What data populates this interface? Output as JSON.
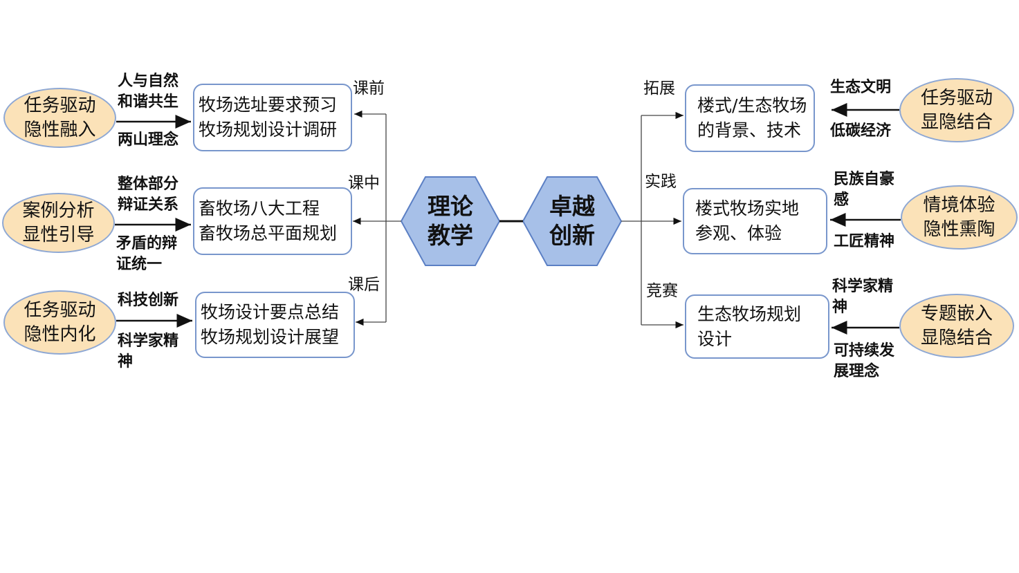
{
  "center": {
    "left": [
      "理论",
      "教学"
    ],
    "right": [
      "卓越",
      "创新"
    ]
  },
  "left_rows": [
    {
      "method": [
        "任务驱动",
        "隐性融入"
      ],
      "stage": "课前",
      "content": [
        "牧场选址要求预习",
        "牧场规划设计调研"
      ],
      "above": [
        "人与自然",
        "和谐共生"
      ],
      "below": [
        "两山理念"
      ]
    },
    {
      "method": [
        "案例分析",
        "显性引导"
      ],
      "stage": "课中",
      "content": [
        "畜牧场八大工程",
        "畜牧场总平面规划"
      ],
      "above": [
        "整体部分",
        "辩证关系"
      ],
      "below": [
        "矛盾的辩",
        "证统一"
      ]
    },
    {
      "method": [
        "任务驱动",
        "隐性内化"
      ],
      "stage": "课后",
      "content": [
        "牧场设计要点总结",
        "牧场规划设计展望"
      ],
      "above": [
        "科技创新"
      ],
      "below": [
        "科学家精",
        "神"
      ]
    }
  ],
  "right_rows": [
    {
      "method": [
        "任务驱动",
        "显隐结合"
      ],
      "stage": "拓展",
      "content": [
        "楼式/生态牧场",
        "的背景、技术"
      ],
      "above": [
        "生态文明"
      ],
      "below": [
        "低碳经济"
      ]
    },
    {
      "method": [
        "情境体验",
        "隐性熏陶"
      ],
      "stage": "实践",
      "content": [
        "楼式牧场实地",
        "参观、体验"
      ],
      "above": [
        "民族自豪",
        "感"
      ],
      "below": [
        "工匠精神"
      ]
    },
    {
      "method": [
        "专题嵌入",
        "显隐结合"
      ],
      "stage": "竞赛",
      "content": [
        "生态牧场规划",
        "设计"
      ],
      "above": [
        "科学家精",
        "神"
      ],
      "below": [
        "可持续发",
        "展理念"
      ]
    }
  ],
  "colors": {
    "ellipse_fill": "#fbe2b8",
    "hex_fill": "#a7c0e8",
    "border": "#7896cc"
  }
}
